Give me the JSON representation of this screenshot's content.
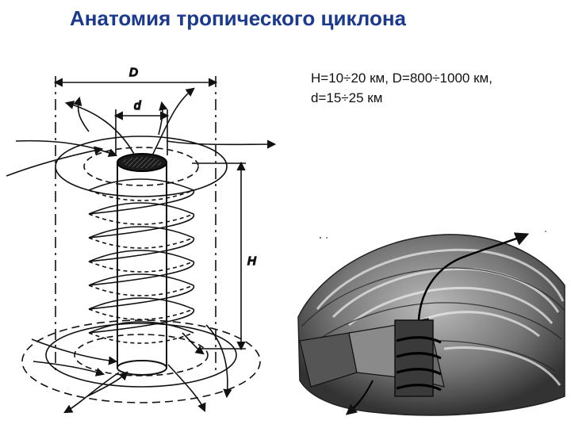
{
  "slide": {
    "title": "Анатомия тропического циклона",
    "params_line1": "H=10÷20 км, D=800÷1000 км,",
    "params_line2": "d=15÷25 км"
  },
  "diagram": {
    "label_D": "D",
    "label_d": "d",
    "label_H": "H"
  }
}
